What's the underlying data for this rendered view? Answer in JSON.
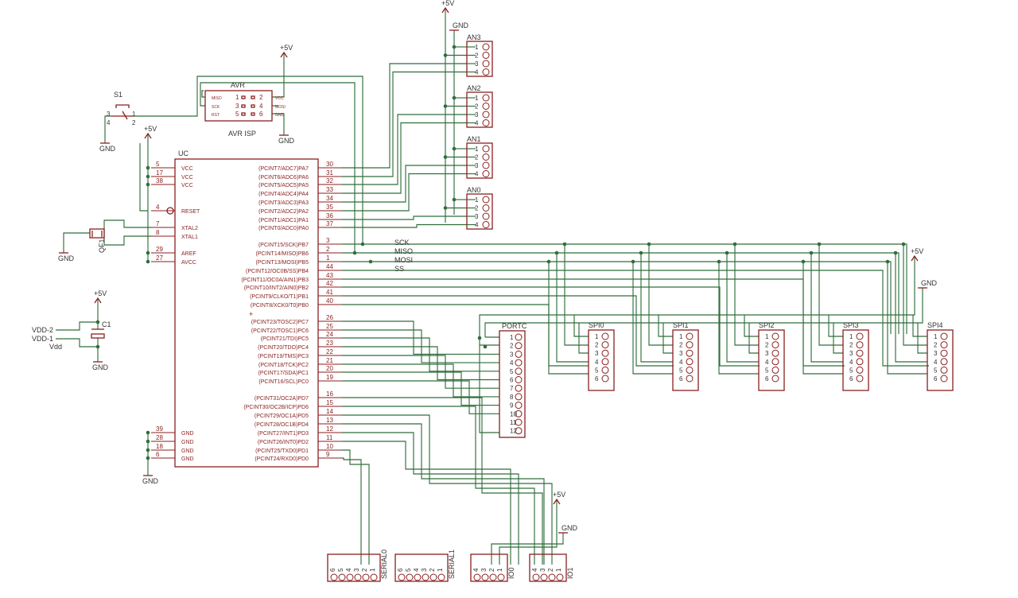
{
  "mcu": {
    "designator": "UC",
    "left_pins": [
      {
        "num": "5",
        "name": "VCC"
      },
      {
        "num": "17",
        "name": "VCC"
      },
      {
        "num": "38",
        "name": "VCC"
      },
      {
        "num": "4",
        "name": "RESET"
      },
      {
        "num": "7",
        "name": "XTAL2"
      },
      {
        "num": "8",
        "name": "XTAL1"
      },
      {
        "num": "29",
        "name": "AREF"
      },
      {
        "num": "27",
        "name": "AVCC"
      },
      {
        "num": "39",
        "name": "GND"
      },
      {
        "num": "28",
        "name": "GND"
      },
      {
        "num": "18",
        "name": "GND"
      },
      {
        "num": "6",
        "name": "GND"
      }
    ],
    "right_pins": [
      {
        "num": "30",
        "name": "(PCINT7/ADC7)PA7"
      },
      {
        "num": "31",
        "name": "(PCINT6/ADC6)PA6"
      },
      {
        "num": "32",
        "name": "(PCINT5/ADC5)PA5"
      },
      {
        "num": "33",
        "name": "(PCINT4/ADC4)PA4"
      },
      {
        "num": "34",
        "name": "(PCINT3/ADC3)PA3"
      },
      {
        "num": "35",
        "name": "(PCINT2/ADC2)PA2"
      },
      {
        "num": "36",
        "name": "(PCINT1/ADC1)PA1"
      },
      {
        "num": "37",
        "name": "(PCINT0/ADC0)PA0"
      },
      {
        "num": "3",
        "name": "(PCINT15/SCK)PB7"
      },
      {
        "num": "2",
        "name": "(PCINT14/MISO)PB6"
      },
      {
        "num": "1",
        "name": "(PCINT13/MOSI)PB5"
      },
      {
        "num": "44",
        "name": "(PCINT12/OC0B/SS)PB4"
      },
      {
        "num": "43",
        "name": "(PCINT11/OC0A/AIN1)PB3"
      },
      {
        "num": "42",
        "name": "(PCINT10/INT2/AIN0)PB2"
      },
      {
        "num": "41",
        "name": "(PCINT9/CLKO/T1)PB1"
      },
      {
        "num": "40",
        "name": "(PCINT8/XCK0/T0)PB0"
      },
      {
        "num": "26",
        "name": "(PCINT23/TOSC2)PC7"
      },
      {
        "num": "25",
        "name": "(PCINT22/TOSC1)PC6"
      },
      {
        "num": "24",
        "name": "(PCINT21/TDI)PC5"
      },
      {
        "num": "23",
        "name": "(PCINT20/TDO)PC4"
      },
      {
        "num": "22",
        "name": "(PCINT19/TMS)PC3"
      },
      {
        "num": "21",
        "name": "(PCINT18/TCK)PC2"
      },
      {
        "num": "20",
        "name": "(PCINT17/SDA)PC1"
      },
      {
        "num": "19",
        "name": "(PCINT16/SCL)PC0"
      },
      {
        "num": "16",
        "name": "(PCINT31/OC2A)PD7"
      },
      {
        "num": "15",
        "name": "(PCINT30/OC2B/ICP)PD6"
      },
      {
        "num": "14",
        "name": "(PCINT29/OC1A)PD5"
      },
      {
        "num": "13",
        "name": "(PCINT28/OC1B)PD4"
      },
      {
        "num": "12",
        "name": "(PCINT27/INT1)PD3"
      },
      {
        "num": "11",
        "name": "(PCINT26/INT0)PD2"
      },
      {
        "num": "10",
        "name": "(PCINT25/TXD0)PD1"
      },
      {
        "num": "9",
        "name": "(PCINT24/RXD0)PD0"
      }
    ]
  },
  "avr_isp": {
    "designator": "AVR",
    "value": "AVR ISP",
    "pins_left": [
      {
        "num": "1",
        "name": "MISO"
      },
      {
        "num": "3",
        "name": "SCK"
      },
      {
        "num": "5",
        "name": "RST"
      }
    ],
    "pins_right": [
      {
        "num": "2",
        "name": "VCC"
      },
      {
        "num": "4",
        "name": "MOSI"
      },
      {
        "num": "6",
        "name": "GND"
      }
    ]
  },
  "switch": {
    "designator": "S1",
    "pins": [
      "1",
      "2",
      "3",
      "4"
    ]
  },
  "crystal": {
    "designator": "QF1"
  },
  "capacitor": {
    "designator": "C1"
  },
  "supply_labels": {
    "vdd2": "VDD-2",
    "vdd1": "VDD-1",
    "vdd": "Vdd"
  },
  "power": {
    "plus5": "+5V",
    "gnd": "GND"
  },
  "bus_labels": [
    "SCK",
    "MISO",
    "MOSI",
    "SS"
  ],
  "analog_headers": [
    {
      "name": "AN3",
      "pins": [
        "1",
        "2",
        "3",
        "4"
      ]
    },
    {
      "name": "AN2",
      "pins": [
        "1",
        "2",
        "3",
        "4"
      ]
    },
    {
      "name": "AN1",
      "pins": [
        "1",
        "2",
        "3",
        "4"
      ]
    },
    {
      "name": "AN0",
      "pins": [
        "1",
        "2",
        "3",
        "4"
      ]
    }
  ],
  "portc_header": {
    "name": "PORTC",
    "pins": [
      "1",
      "2",
      "3",
      "4",
      "5",
      "6",
      "7",
      "8",
      "9",
      "10",
      "11",
      "12"
    ]
  },
  "spi_headers": [
    {
      "name": "SPI0",
      "pins": [
        "1",
        "2",
        "3",
        "4",
        "5",
        "6"
      ]
    },
    {
      "name": "SPI1",
      "pins": [
        "1",
        "2",
        "3",
        "4",
        "5",
        "6"
      ]
    },
    {
      "name": "SPI2",
      "pins": [
        "1",
        "2",
        "3",
        "4",
        "5",
        "6"
      ]
    },
    {
      "name": "SPI3",
      "pins": [
        "1",
        "2",
        "3",
        "4",
        "5",
        "6"
      ]
    },
    {
      "name": "SPI4",
      "pins": [
        "1",
        "2",
        "3",
        "4",
        "5",
        "6"
      ]
    }
  ],
  "bottom_headers": [
    {
      "name": "SERIAL0",
      "pins": [
        "6",
        "5",
        "4",
        "3",
        "2",
        "1"
      ]
    },
    {
      "name": "SERIAL1",
      "pins": [
        "6",
        "5",
        "4",
        "3",
        "2",
        "1"
      ]
    },
    {
      "name": "IO0",
      "pins": [
        "4",
        "3",
        "2",
        "1"
      ]
    },
    {
      "name": "IO1",
      "pins": [
        "4",
        "3",
        "2",
        "1"
      ]
    }
  ]
}
